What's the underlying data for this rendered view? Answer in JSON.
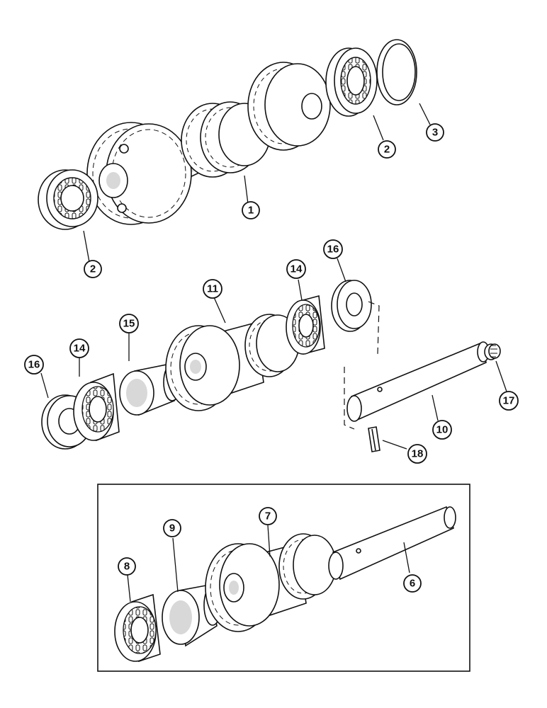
{
  "callouts": [
    {
      "id": "c1",
      "label": "1"
    },
    {
      "id": "c2a",
      "label": "2"
    },
    {
      "id": "c2b",
      "label": "2"
    },
    {
      "id": "c3",
      "label": "3"
    },
    {
      "id": "c6",
      "label": "6"
    },
    {
      "id": "c7",
      "label": "7"
    },
    {
      "id": "c8",
      "label": "8"
    },
    {
      "id": "c9",
      "label": "9"
    },
    {
      "id": "c10",
      "label": "10"
    },
    {
      "id": "c11",
      "label": "11"
    },
    {
      "id": "c14a",
      "label": "14"
    },
    {
      "id": "c14b",
      "label": "14"
    },
    {
      "id": "c15",
      "label": "15"
    },
    {
      "id": "c16a",
      "label": "16"
    },
    {
      "id": "c16b",
      "label": "16"
    },
    {
      "id": "c17",
      "label": "17"
    },
    {
      "id": "c18",
      "label": "18"
    }
  ]
}
